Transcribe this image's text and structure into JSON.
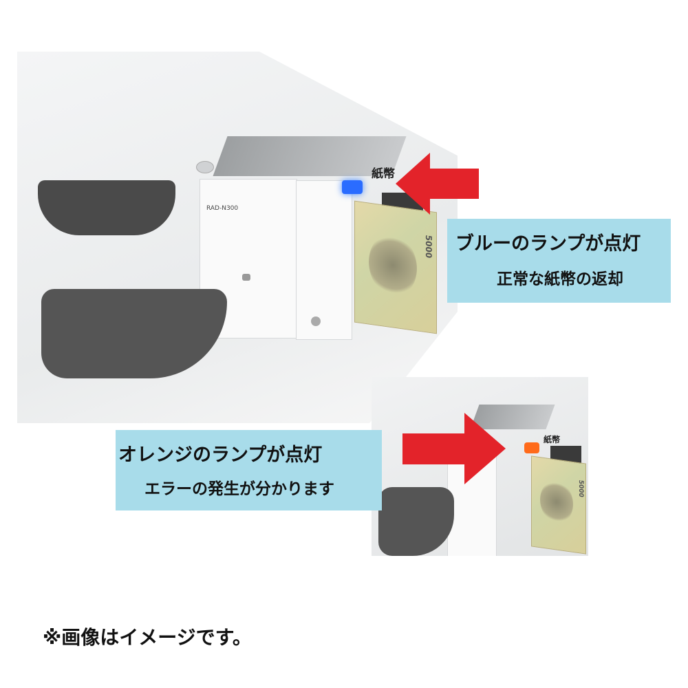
{
  "top_image": {
    "model_label": "RAD-N300",
    "slot_label": "紙幣",
    "banknote_value": "5000",
    "lamp_color": "#2a6cff"
  },
  "top_callout": {
    "line1": "ブルーのランプが点灯",
    "line2": "正常な紙幣の返却",
    "bg_color": "#a8dcea"
  },
  "bottom_image": {
    "slot_label": "紙幣",
    "banknote_value": "5000",
    "lamp_color": "#ff6a1a"
  },
  "bottom_callout": {
    "line1": "オレンジのランプが点灯",
    "line2": "エラーの発生が分かります",
    "bg_color": "#a8dcea"
  },
  "arrow_color": "#e3232a",
  "footnote": "※画像はイメージです。"
}
